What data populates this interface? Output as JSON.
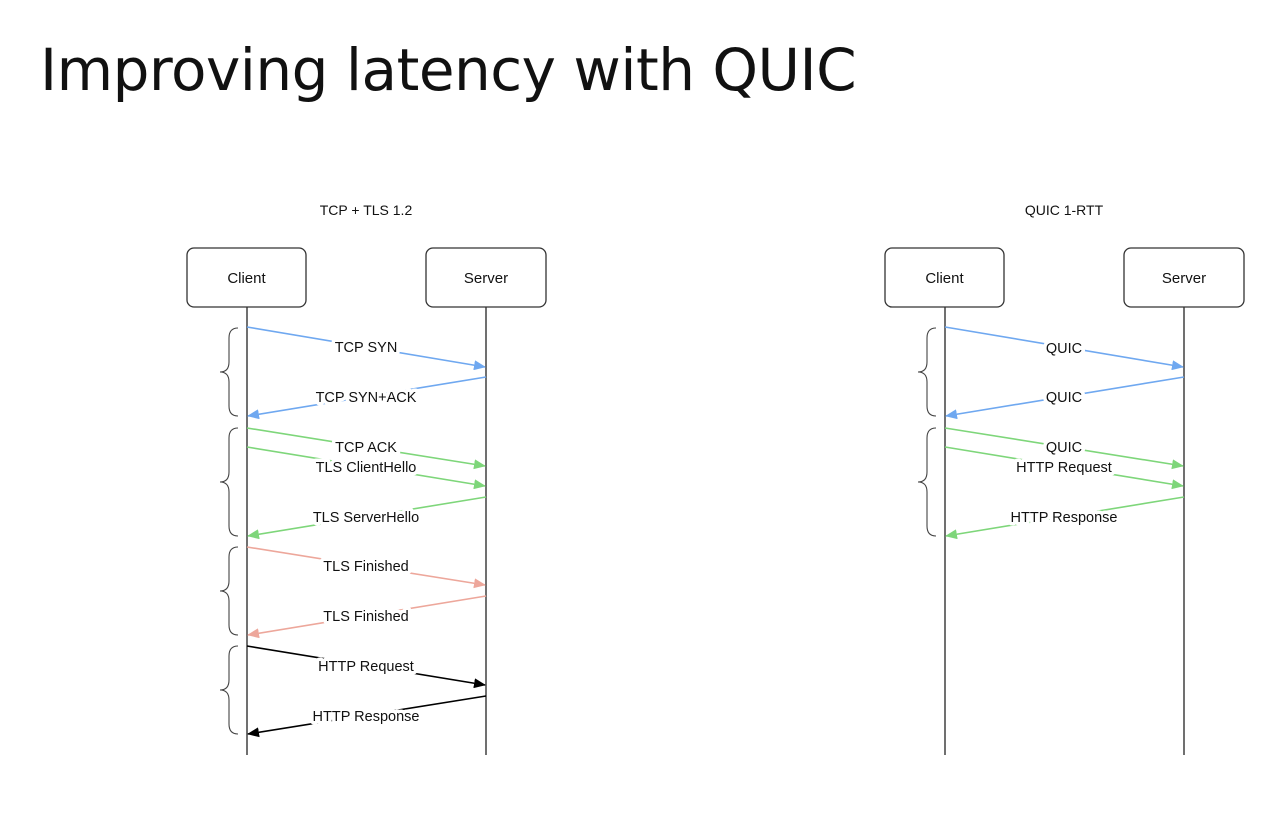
{
  "slide": {
    "title": "Improving latency with QUIC"
  },
  "diagrams": [
    {
      "title": "TCP + TLS 1.2",
      "actors": [
        "Client",
        "Server"
      ],
      "messages": [
        {
          "label": "TCP SYN",
          "from": "Client",
          "color": "#6fa8f0"
        },
        {
          "label": "TCP SYN+ACK",
          "from": "Server",
          "color": "#6fa8f0"
        },
        {
          "label": "TCP ACK",
          "from": "Client",
          "color": "#7ed67a"
        },
        {
          "label": "TLS ClientHello",
          "from": "Client",
          "color": "#7ed67a"
        },
        {
          "label": "TLS ServerHello",
          "from": "Server",
          "color": "#7ed67a"
        },
        {
          "label": "TLS Finished",
          "from": "Client",
          "color": "#eda79b"
        },
        {
          "label": "TLS Finished",
          "from": "Server",
          "color": "#eda79b"
        },
        {
          "label": "HTTP Request",
          "from": "Client",
          "color": "#000000"
        },
        {
          "label": "HTTP Response",
          "from": "Server",
          "color": "#000000"
        }
      ]
    },
    {
      "title": "QUIC 1-RTT",
      "actors": [
        "Client",
        "Server"
      ],
      "messages": [
        {
          "label": "QUIC",
          "from": "Client",
          "color": "#6fa8f0"
        },
        {
          "label": "QUIC",
          "from": "Server",
          "color": "#6fa8f0"
        },
        {
          "label": "QUIC",
          "from": "Client",
          "color": "#7ed67a"
        },
        {
          "label": "HTTP Request",
          "from": "Client",
          "color": "#7ed67a"
        },
        {
          "label": "HTTP Response",
          "from": "Server",
          "color": "#7ed67a"
        }
      ]
    }
  ]
}
